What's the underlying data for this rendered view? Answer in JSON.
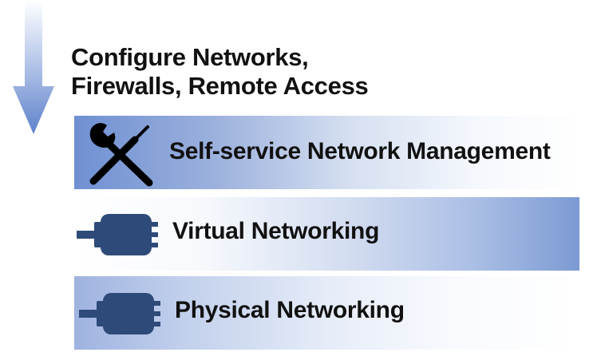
{
  "heading": {
    "line1": "Configure Networks,",
    "line2": "Firewalls, Remote Access"
  },
  "layers": [
    {
      "label": "Self-service Network Management",
      "icon": "wrench-screwdriver-icon"
    },
    {
      "label": "Virtual Networking",
      "icon": "network-adapter-icon"
    },
    {
      "label": "Physical Networking",
      "icon": "network-adapter-icon"
    }
  ],
  "colors": {
    "arrow": "#5f82cc",
    "band_accent": "#6f90d2",
    "adapter": "#2e4a78",
    "tools": "#000000"
  }
}
